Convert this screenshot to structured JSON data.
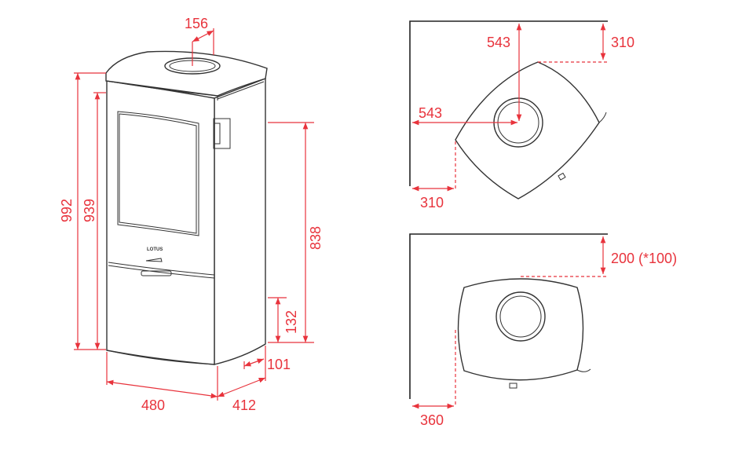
{
  "brand_logo": "LOTUS",
  "front_view": {
    "flue_offset": "156",
    "total_height": "992",
    "door_height": "939",
    "rear_flue_height": "838",
    "air_inlet_height": "132",
    "air_inlet_offset": "101",
    "width": "480",
    "depth": "412"
  },
  "corner_installation": {
    "wall_to_center_vertical": "543",
    "wall_to_center_horizontal": "543",
    "rear_clearance": "310",
    "side_clearance": "310"
  },
  "wall_installation": {
    "rear_clearance": "200 (*100)",
    "side_clearance": "360"
  },
  "colors": {
    "dimension": "#e8333c",
    "outline": "#333333"
  }
}
